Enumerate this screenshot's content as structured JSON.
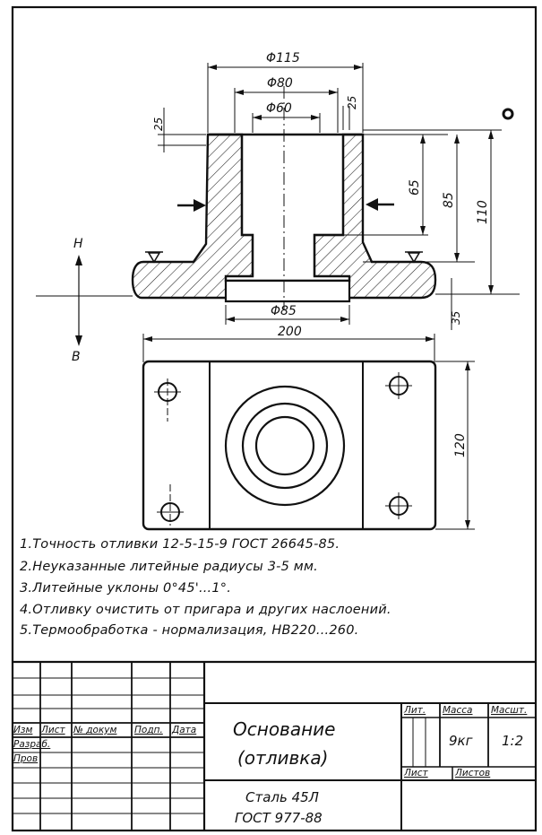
{
  "drawing": {
    "dimensions": {
      "d115": "Φ115",
      "d80": "Φ80",
      "d60": "Φ60",
      "d85": "Φ85",
      "h25": "25",
      "h25b": "25",
      "h65": "65",
      "h85": "85",
      "h110": "110",
      "h35": "35",
      "w200": "200",
      "w120": "120"
    },
    "labels": {
      "upper": "Н",
      "lower": "В"
    }
  },
  "notes": [
    "1.Точность отливки 12-5-15-9 ГОСТ 26645-85.",
    "2.Неуказанные литейные радиусы 3-5 мм.",
    "3.Литейные уклоны 0°45'...1°.",
    "4.Отливку очистить от пригара и других наслоений.",
    "5.Термообработка - нормализация, НВ220...260."
  ],
  "title_block": {
    "header_izm": "Изм",
    "header_list": "Лист",
    "header_doc": "№ докум",
    "header_sign": "Подп.",
    "header_date": "Дата",
    "razrab": "Разраб.",
    "prov": "Пров",
    "name_line1": "Основание",
    "name_line2": "(отливка)",
    "lit": "Лит.",
    "massa": "Масса",
    "masshtab": "Масшт.",
    "mass_value": "9кг",
    "scale_value": "1:2",
    "sheet": "Лист",
    "sheets": "Листов",
    "material_line1": "Сталь 45Л",
    "material_line2": "ГОСТ 977-88"
  }
}
